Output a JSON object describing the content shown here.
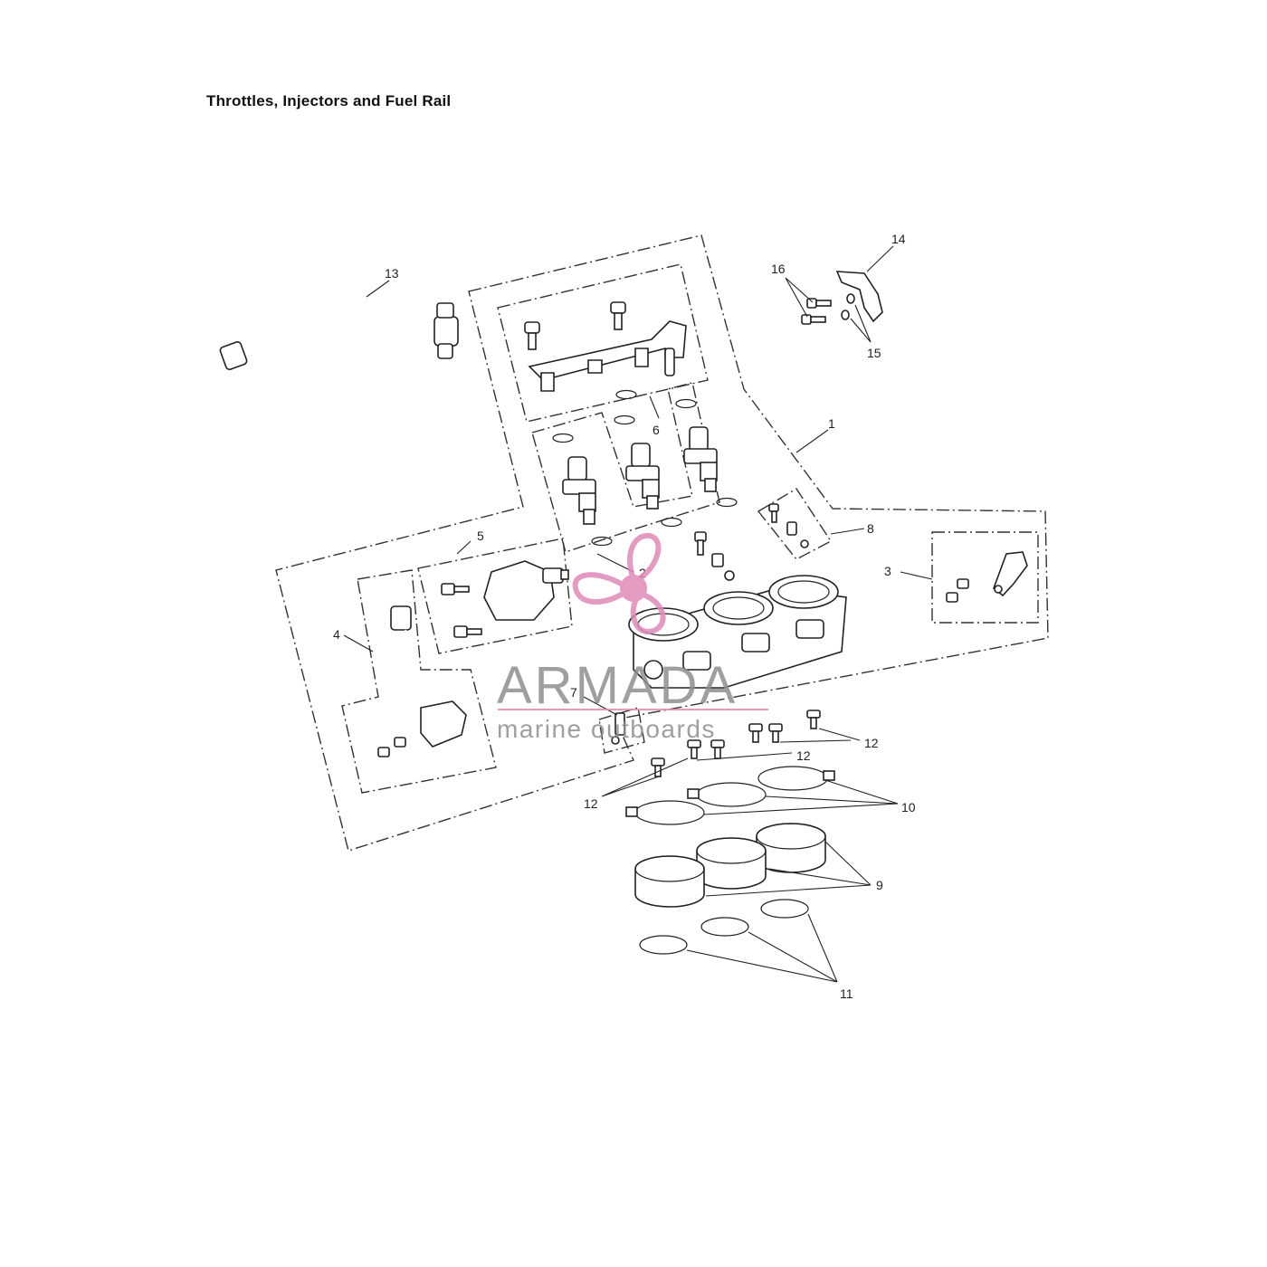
{
  "title": "Throttles, Injectors and Fuel Rail",
  "callouts": [
    "1",
    "2",
    "3",
    "4",
    "5",
    "6",
    "7",
    "8",
    "9",
    "10",
    "11",
    "12",
    "12",
    "12",
    "13",
    "14",
    "15",
    "16"
  ],
  "watermark": {
    "brand": "ARMADA",
    "tagline": "marine outboards",
    "logo_icon": "propeller-icon",
    "logo_color": "#e08ab8"
  }
}
